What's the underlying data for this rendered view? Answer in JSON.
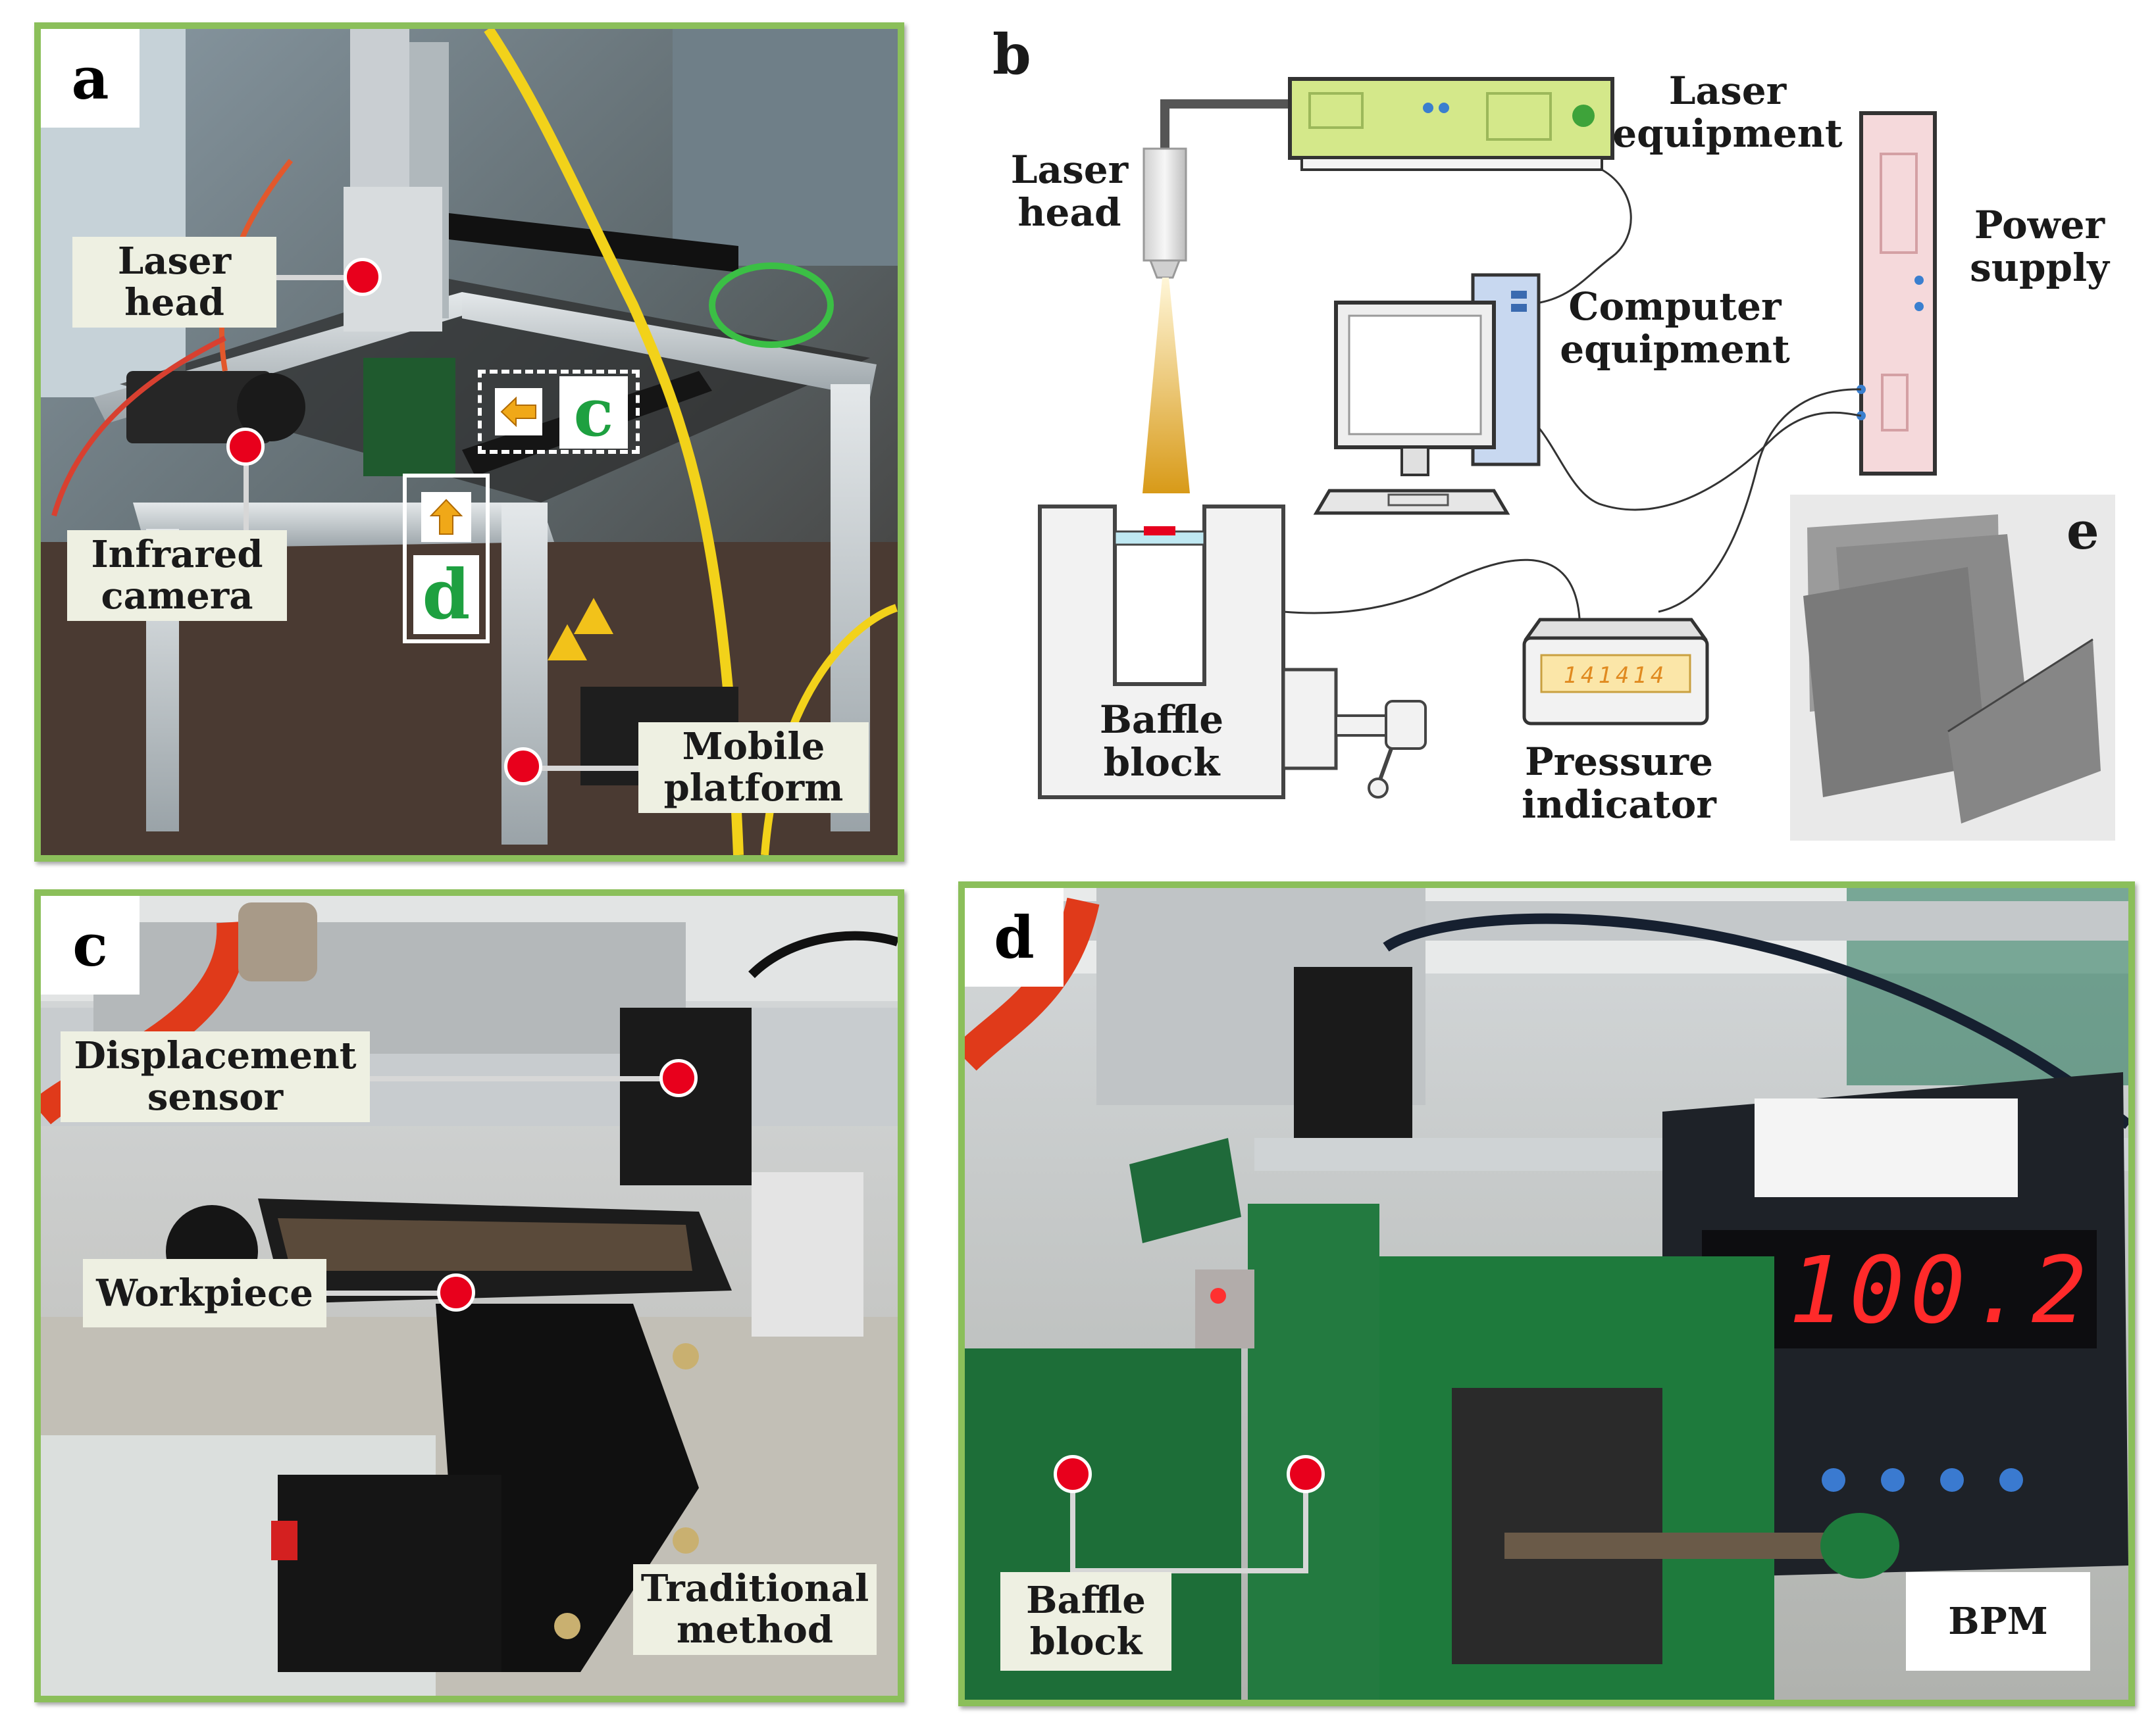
{
  "panels": {
    "a": {
      "letter": "a",
      "labels": {
        "laser_head": [
          "Laser",
          "head"
        ],
        "infrared_camera": [
          "Infrared",
          "camera"
        ],
        "mobile_platform": [
          "Mobile",
          "platform"
        ],
        "inset_c": "c",
        "inset_d": "d"
      }
    },
    "b": {
      "letter": "b",
      "labels": {
        "laser_head": [
          "Laser",
          "head"
        ],
        "laser_equipment": [
          "Laser",
          "equipment"
        ],
        "power_supply": [
          "Power",
          "supply"
        ],
        "computer_equipment": [
          "Computer",
          "equipment"
        ],
        "baffle_block": [
          "Baffle",
          "block"
        ],
        "pressure_indicator": [
          "Pressure",
          "indicator"
        ],
        "pressure_display": "141414"
      }
    },
    "e": {
      "letter": "e"
    },
    "c": {
      "letter": "c",
      "labels": {
        "displacement_sensor": [
          "Displacement",
          "sensor"
        ],
        "workpiece": "Workpiece",
        "traditional_method": [
          "Traditional",
          "method"
        ]
      }
    },
    "d": {
      "letter": "d",
      "labels": {
        "baffle_block": [
          "Baffle",
          "block"
        ],
        "bpm": "BPM",
        "display_reading": "- 100.2"
      }
    }
  },
  "colors": {
    "panel_border": "#8bbf5a",
    "callout_bg": "#eef0e2",
    "marker_red": "#e8001c",
    "inset_letter_green": "#1ea040",
    "laser_equipment_fill": "#d4e88a",
    "computer_fill": "#c8d8f0",
    "power_supply_fill": "#f5d9db",
    "meter_display": "#fbe6a8",
    "led_red": "#ff2a2a"
  }
}
